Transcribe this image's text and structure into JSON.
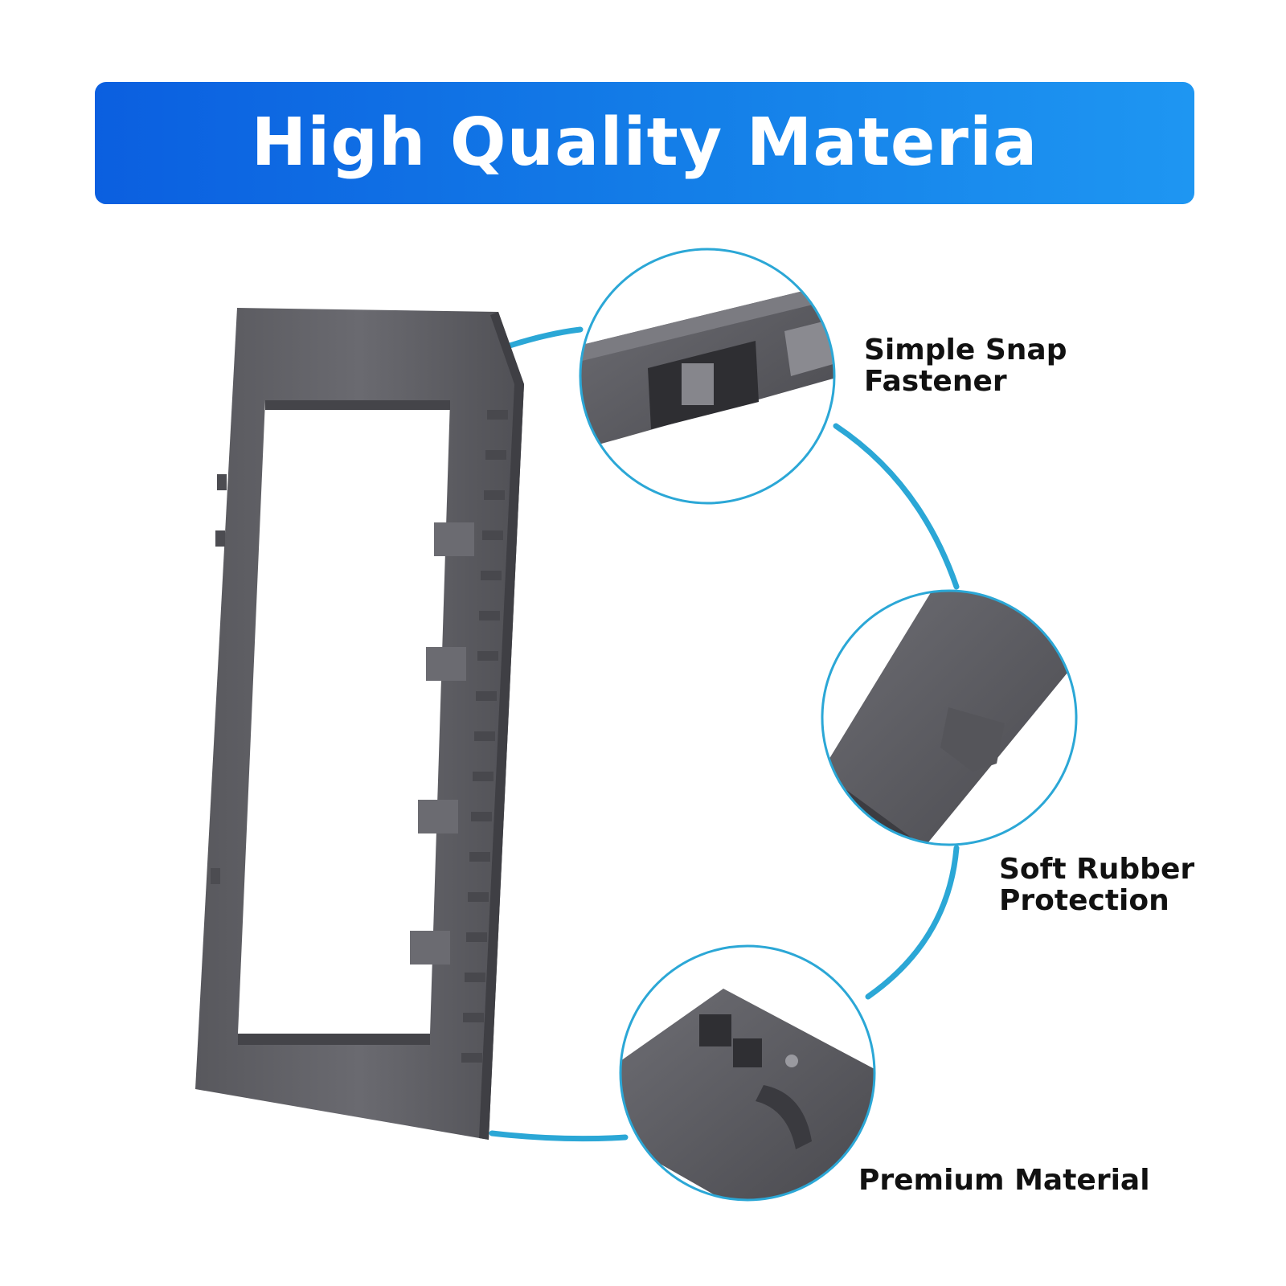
{
  "banner": {
    "title": "High Quality Materia",
    "color_start": "#0b5fe0",
    "color_end": "#1e96f2"
  },
  "features": [
    {
      "line1": "Simple Snap",
      "line2": "Fastener"
    },
    {
      "line1": "Soft Rubber",
      "line2": "Protection"
    },
    {
      "line1": "Premium Material"
    }
  ],
  "colors": {
    "connector": "#2ba7d6",
    "part": "#5e5e63"
  }
}
